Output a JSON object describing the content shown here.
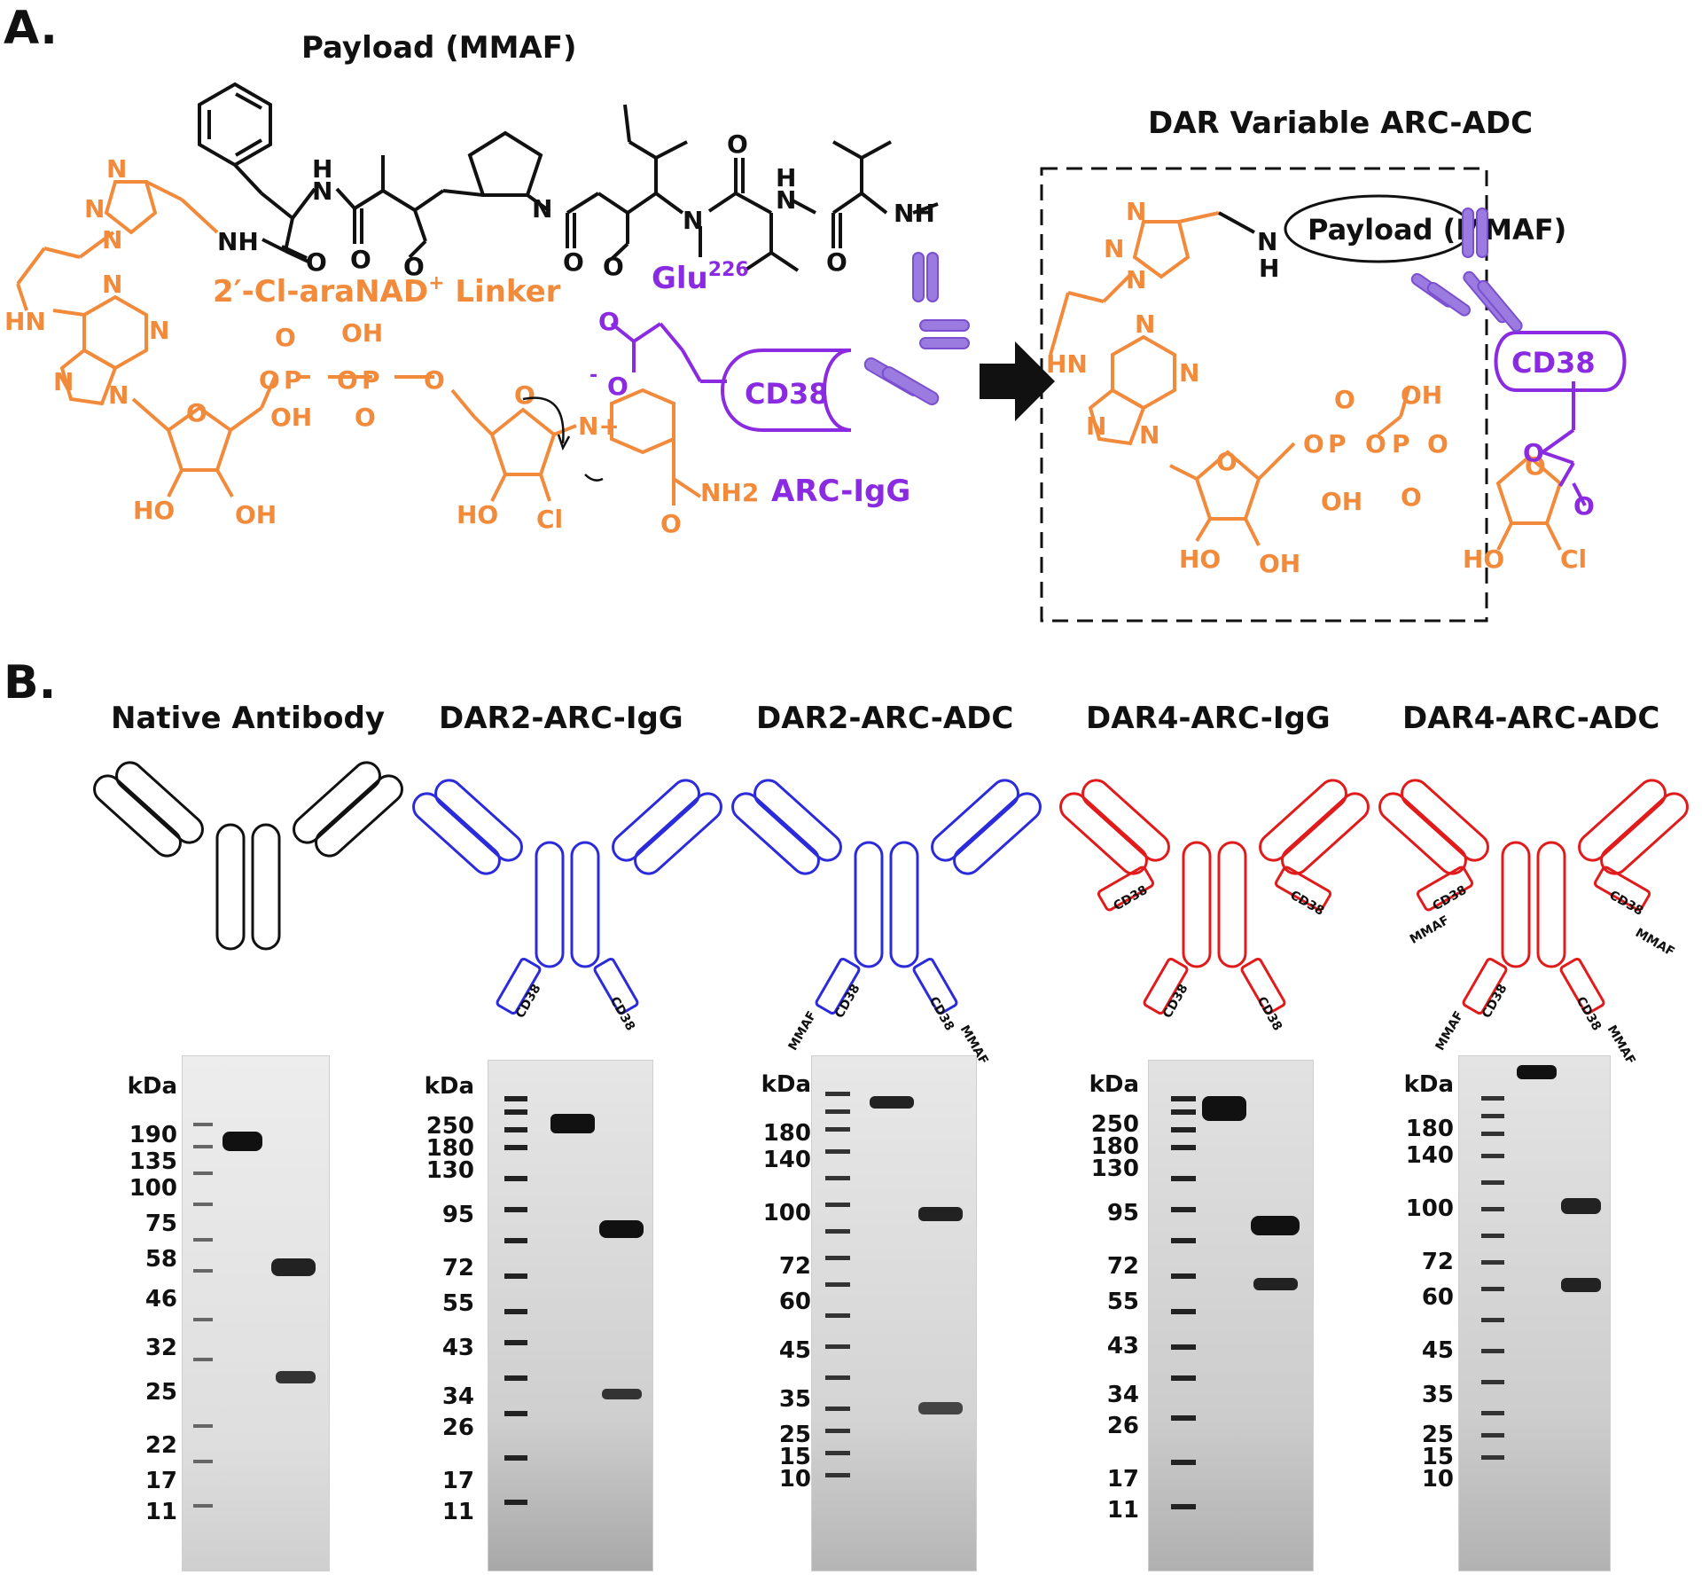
{
  "panel_a": {
    "letter": "A.",
    "payload_title": "Payload (MMAF)",
    "linker_label": "2′-Cl-araNAD",
    "linker_sup": "+",
    "linker_suffix": " Linker",
    "glu_label": "Glu",
    "glu_sup": "226",
    "cd38_label": "CD38",
    "arc_igg_label": "ARC-IgG",
    "product_title": "DAR Variable ARC-ADC",
    "product_payload": "Payload (MMAF)",
    "product_cd38": "CD38",
    "atom_labels": {
      "nh": "NH",
      "h": "H",
      "n": "N",
      "o": "O",
      "oh": "OH",
      "ho": "HO",
      "p": "P",
      "cl": "Cl",
      "hn": "HN",
      "nh2": "NH2",
      "n_plus": "N+",
      "o_minus": "O-"
    },
    "colors": {
      "linker": "#f28a3c",
      "antibody_arc": "#8a2be2",
      "antibody_fill": "#9b7be0",
      "black": "#111111"
    }
  },
  "panel_b": {
    "letter": "B.",
    "kda_label": "kDa",
    "antibody_tag": "CD38",
    "mmaf_tag": "MMAF",
    "columns": [
      {
        "title": "Native Antibody",
        "color": "#111111",
        "markers": [
          "190",
          "135",
          "100",
          "75",
          "58",
          "46",
          "32",
          "25",
          "22",
          "17",
          "11"
        ]
      },
      {
        "title": "DAR2-ARC-IgG",
        "color": "#2b2bdc",
        "markers": [
          "250",
          "180",
          "130",
          "95",
          "72",
          "55",
          "43",
          "34",
          "26",
          "17",
          "11"
        ]
      },
      {
        "title": "DAR2-ARC-ADC",
        "color": "#2b2bdc",
        "markers": [
          "180",
          "140",
          "100",
          "72",
          "60",
          "45",
          "35",
          "25",
          "15",
          "10"
        ]
      },
      {
        "title": "DAR4-ARC-IgG",
        "color": "#e11b1b",
        "markers": [
          "250",
          "180",
          "130",
          "95",
          "72",
          "55",
          "43",
          "34",
          "26",
          "17",
          "11"
        ]
      },
      {
        "title": "DAR4-ARC-ADC",
        "color": "#e11b1b",
        "markers": [
          "180",
          "140",
          "100",
          "72",
          "60",
          "45",
          "35",
          "25",
          "15",
          "10"
        ]
      }
    ]
  }
}
